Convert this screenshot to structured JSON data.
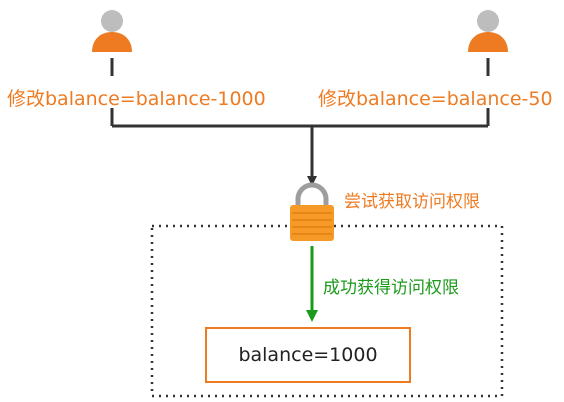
{
  "users": [
    {
      "name": "user-left",
      "operation": "修改balance=balance-1000"
    },
    {
      "name": "user-right",
      "operation": "修改balance=balance-50"
    }
  ],
  "lock": {
    "attempt_label": "尝试获取访问权限",
    "success_label": "成功获得访问权限"
  },
  "resource": {
    "value_text": "balance=1000"
  },
  "colors": {
    "user_head": "#bdbdbd",
    "user_body": "#ee7b22",
    "operation_text": "#ee7b22",
    "connector": "#333333",
    "lock_body": "#f59a27",
    "lock_shackle": "#9e9e9e",
    "success_arrow": "#1c9a1c",
    "dotted_border": "#333333"
  },
  "icons": [
    "user-icon",
    "user-icon",
    "padlock-icon"
  ]
}
